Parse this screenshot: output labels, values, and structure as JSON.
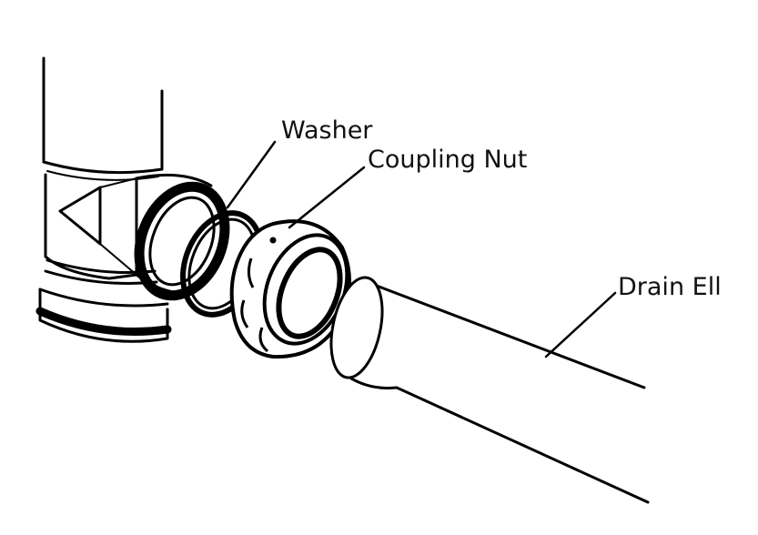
{
  "labels": {
    "washer": "Washer",
    "coupling_nut": "Coupling Nut",
    "drain_ell": "Drain Ell"
  },
  "colors": {
    "line": "#000000",
    "background": "#ffffff"
  }
}
